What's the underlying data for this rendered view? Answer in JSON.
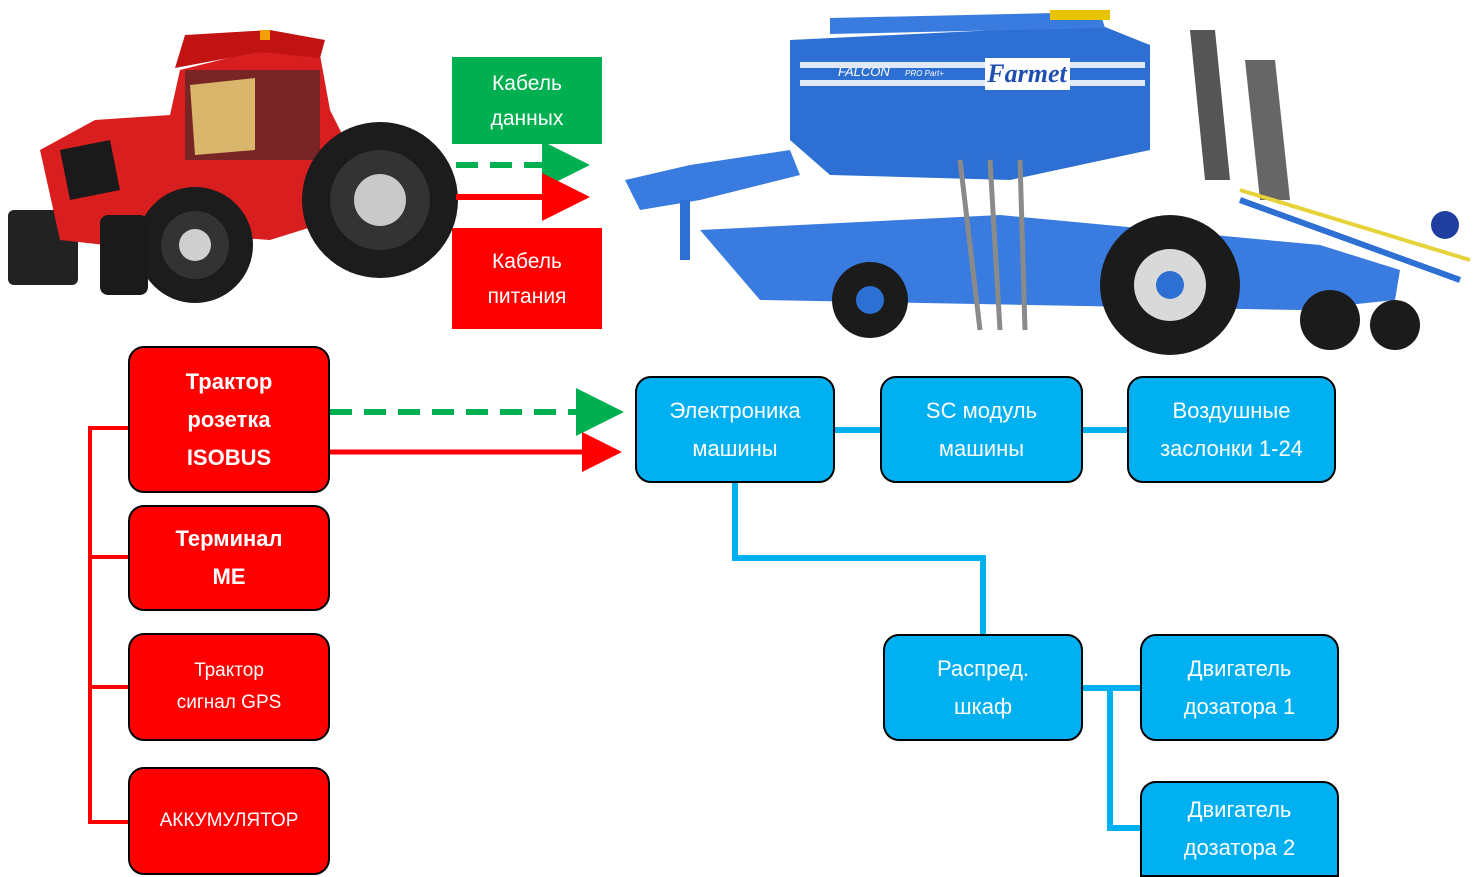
{
  "legend": {
    "data_cable": "Кабель\nданных",
    "power_cable": "Кабель\nпитания"
  },
  "tractor_side": {
    "isobus": "Трактор\nрозетка\nISOBUS",
    "terminal": "Терминал\nME",
    "gps": "Трактор\nсигнал GPS",
    "battery": "АККУМУЛЯТОР"
  },
  "machine_side": {
    "electronics": "Электроника\nмашины",
    "sc_module": "SC модуль\nмашины",
    "air_flaps": "Воздушные\nзаслонки 1-24",
    "distribution": "Распред.\nшкаф",
    "motor1": "Двигатель\nдозатора 1",
    "motor2": "Двигатель\nдозатора 2"
  },
  "seeder_brand": "Farmet",
  "seeder_model": "FALCON",
  "seeder_model_suffix": "PRO Part+",
  "colors": {
    "data": "#00b050",
    "power": "#ff0000",
    "machine": "#00b0f0"
  }
}
